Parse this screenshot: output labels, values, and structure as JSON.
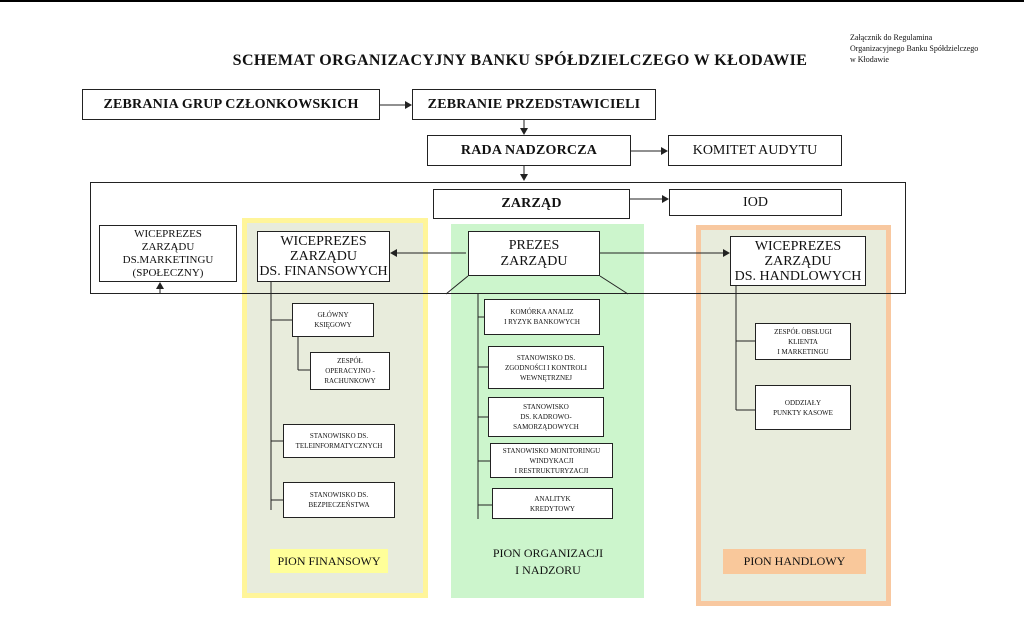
{
  "title": "SCHEMAT ORGANIZACYJNY BANKU SPÓŁDZIELCZEGO W KŁODAWIE",
  "note": "Załącznik do Regulamina\nOrganizacyjnego   Banku Spółdzielczego\nw Kłodawie",
  "top": {
    "zebrania": "ZEBRANIA GRUP CZŁONKOWSKICH",
    "zebranie": "ZEBRANIE PRZEDSTAWICIELI",
    "rada": "RADA NADZORCZA",
    "komitet": "KOMITET AUDYTU",
    "zarzad": "ZARZĄD",
    "iod": "IOD"
  },
  "board": {
    "marketing": "WICEPREZES\nZARZĄDU\nDS.MARKETINGU\n(SPOŁECZNY)",
    "finanse": "WICEPREZES\nZARZĄDU\nDS. FINANSOWYCH",
    "prezes": "PREZES\nZARZĄDU",
    "handel": "WICEPREZES\nZARZĄDU\nDS. HANDLOWYCH"
  },
  "pion_finansowy": {
    "label": "PION FINANSOWY",
    "units": {
      "ksiegowy": "GŁÓWNY\nKSIĘGOWY",
      "zespol": "ZESPÓŁ\nOPERACYJNO -\nRACHUNKOWY",
      "tele": "STANOWISKO DS.\nTELEINFORMATYCZNYCH",
      "bezp": "STANOWISKO DS.\nBEZPIECZEŃSTWA"
    }
  },
  "pion_organizacji": {
    "label": "PION ORGANIZACJI\nI NADZORU",
    "units": {
      "analiz": "KOMÓRKA ANALIZ\nI RYZYK BANKOWYCH",
      "zgodnosci": "STANOWISKO DS.\nZGODNOŚCI I KONTROLI\nWEWNĘTRZNEJ",
      "kadrowo": "STANOWISKO\nDS. KADROWO-\nSAMORZĄDOWYCH",
      "monitoringu": "STANOWISKO MONITORINGU\nWINDYKACJI\nI RESTRUKTURYZACJI",
      "analityk": "ANALITYK\nKREDYTOWY"
    }
  },
  "pion_handlowy": {
    "label": "PION HANDLOWY",
    "units": {
      "obslugi": "ZESPÓŁ OBSŁUGI\nKLIENTA\nI MARKETINGU",
      "oddzialy": "ODDZIAŁY\nPUNKTY KASOWE"
    }
  },
  "colors": {
    "finansowy_border": "#fff59a",
    "finansowy_fill": "#e8ecdc",
    "finansowy_label": "#ffff99",
    "organizacji_fill": "#ccf5cc",
    "handlowy_border": "#f8c8a0",
    "handlowy_fill": "#e8ecdc",
    "handlowy_label": "#f9c89b"
  }
}
